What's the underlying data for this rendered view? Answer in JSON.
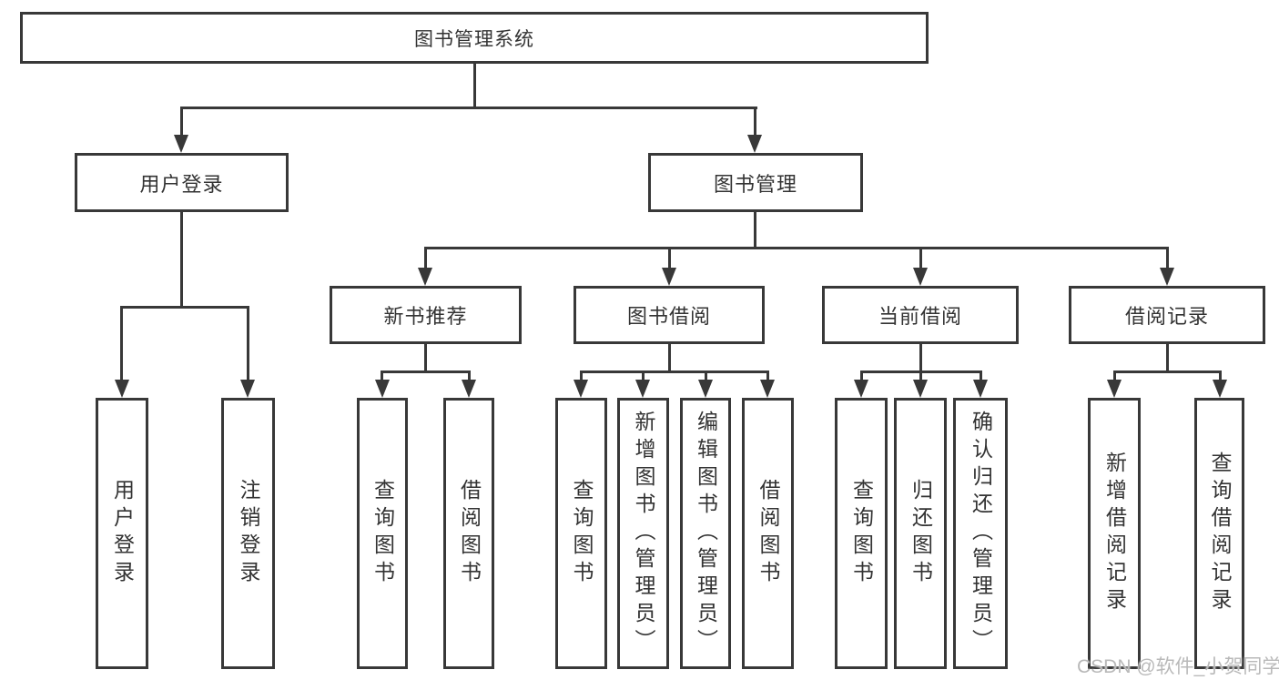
{
  "diagram_title": "图书管理系统",
  "nodes": {
    "root": "图书管理系统",
    "user_login": "用户登录",
    "book_mgmt": "图书管理",
    "new_books": "新书推荐",
    "book_borrow": "图书借阅",
    "current_borrow": "当前借阅",
    "borrow_records": "借阅记录",
    "leaf_user_login": "用户登录",
    "leaf_logout": "注销登录",
    "leaf_nb_query": "查询图书",
    "leaf_nb_borrow": "借阅图书",
    "leaf_bb_query": "查询图书",
    "leaf_bb_add": "新增图书（管理员）",
    "leaf_bb_edit": "编辑图书（管理员）",
    "leaf_bb_borrow": "借阅图书",
    "leaf_cb_query": "查询图书",
    "leaf_cb_return": "归还图书",
    "leaf_cb_confirm": "确认归还（管理员）",
    "leaf_br_add": "新增借阅记录",
    "leaf_br_query": "查询借阅记录"
  },
  "hierarchy": {
    "图书管理系统": {
      "用户登录": [
        "用户登录",
        "注销登录"
      ],
      "图书管理": {
        "新书推荐": [
          "查询图书",
          "借阅图书"
        ],
        "图书借阅": [
          "查询图书",
          "新增图书（管理员）",
          "编辑图书（管理员）",
          "借阅图书"
        ],
        "当前借阅": [
          "查询图书",
          "归还图书",
          "确认归还（管理员）"
        ],
        "借阅记录": [
          "新增借阅记录",
          "查询借阅记录"
        ]
      }
    }
  },
  "watermark": "CSDN @软件_小贺同学",
  "colors": {
    "line": "#383838",
    "box_border": "#383838",
    "text": "#333333",
    "watermark": "#b9b9b9",
    "background": "#ffffff"
  }
}
